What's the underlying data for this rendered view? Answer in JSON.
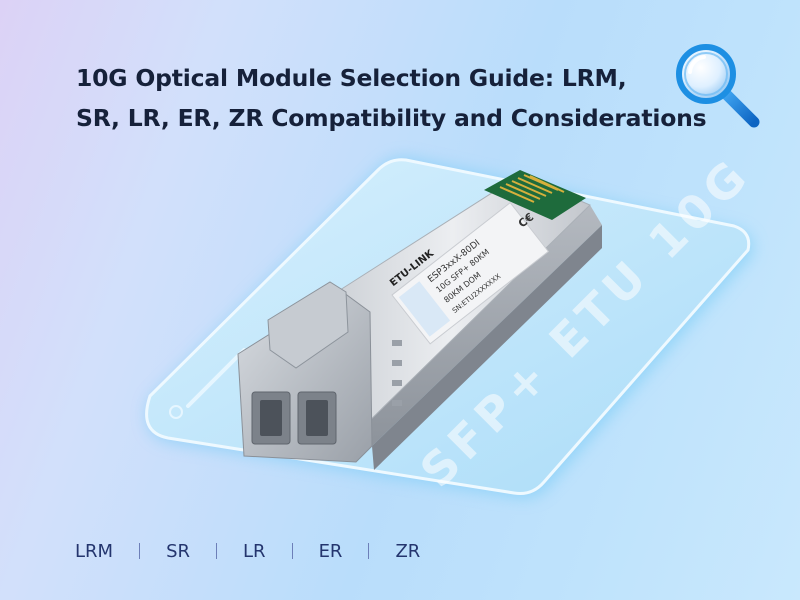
{
  "title": {
    "line1": "10G Optical Module Selection Guide: LRM,",
    "line2": "SR, LR, ER, ZR Compatibility and Considerations"
  },
  "module": {
    "brand": "ETU-LINK",
    "label_lines": [
      "ESP3xxX-80DI",
      "10G SFP+ 80KM",
      "80KM DOM",
      "SN:ETU2XXXXXX"
    ],
    "cert_marks": "C€"
  },
  "card": {
    "print_text": "SFP+ ETU 10G"
  },
  "tags": [
    "LRM",
    "SR",
    "LR",
    "ER",
    "ZR"
  ],
  "colors": {
    "title_text": "#16213a",
    "tag_text": "#24356e",
    "card_fill": "#bfe6fb",
    "card_edge": "#e9f7ff",
    "card_glow": "#6cc8f5",
    "magnifier": "#1d8fe3"
  }
}
